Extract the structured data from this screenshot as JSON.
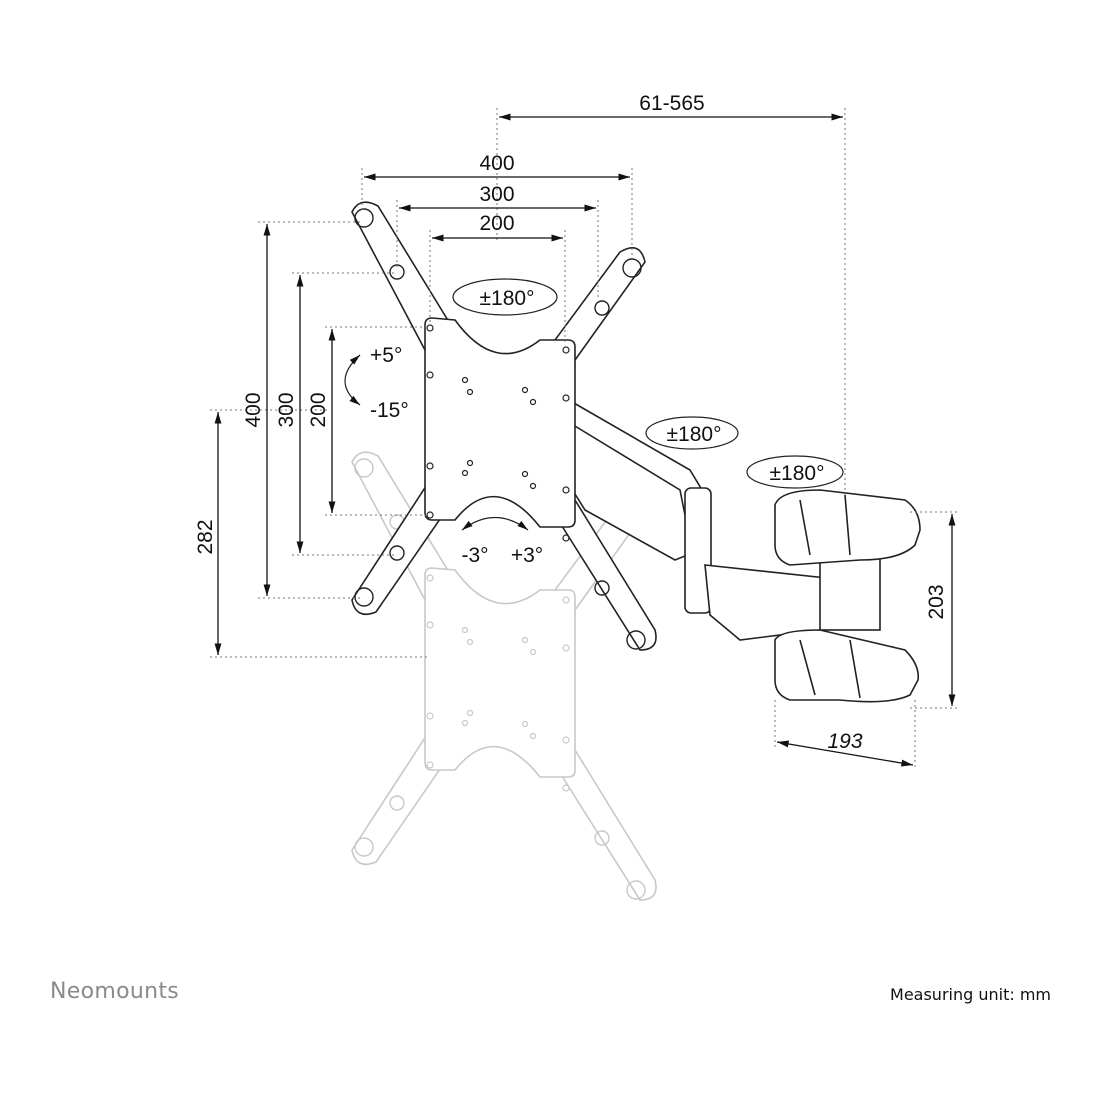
{
  "dimensions": {
    "arm_reach": "61-565",
    "vesa_width_400": "400",
    "vesa_width_300": "300",
    "vesa_width_200": "200",
    "vesa_height_400": "400",
    "vesa_height_300": "300",
    "vesa_height_200": "200",
    "height_offset": "282",
    "wall_plate_height": "203",
    "wall_plate_width": "193"
  },
  "rotations": {
    "plate_rotation": "±180°",
    "arm_rotation_1": "±180°",
    "arm_rotation_2": "±180°",
    "tilt_up": "+5°",
    "tilt_down": "-15°",
    "level_left": "-3°",
    "level_right": "+3°"
  },
  "footer": {
    "brand": "Neomounts",
    "unit_note": "Measuring unit: mm"
  },
  "colors": {
    "line": "#222222",
    "ghost": "#c8c8c8",
    "dotted": "#777777"
  }
}
